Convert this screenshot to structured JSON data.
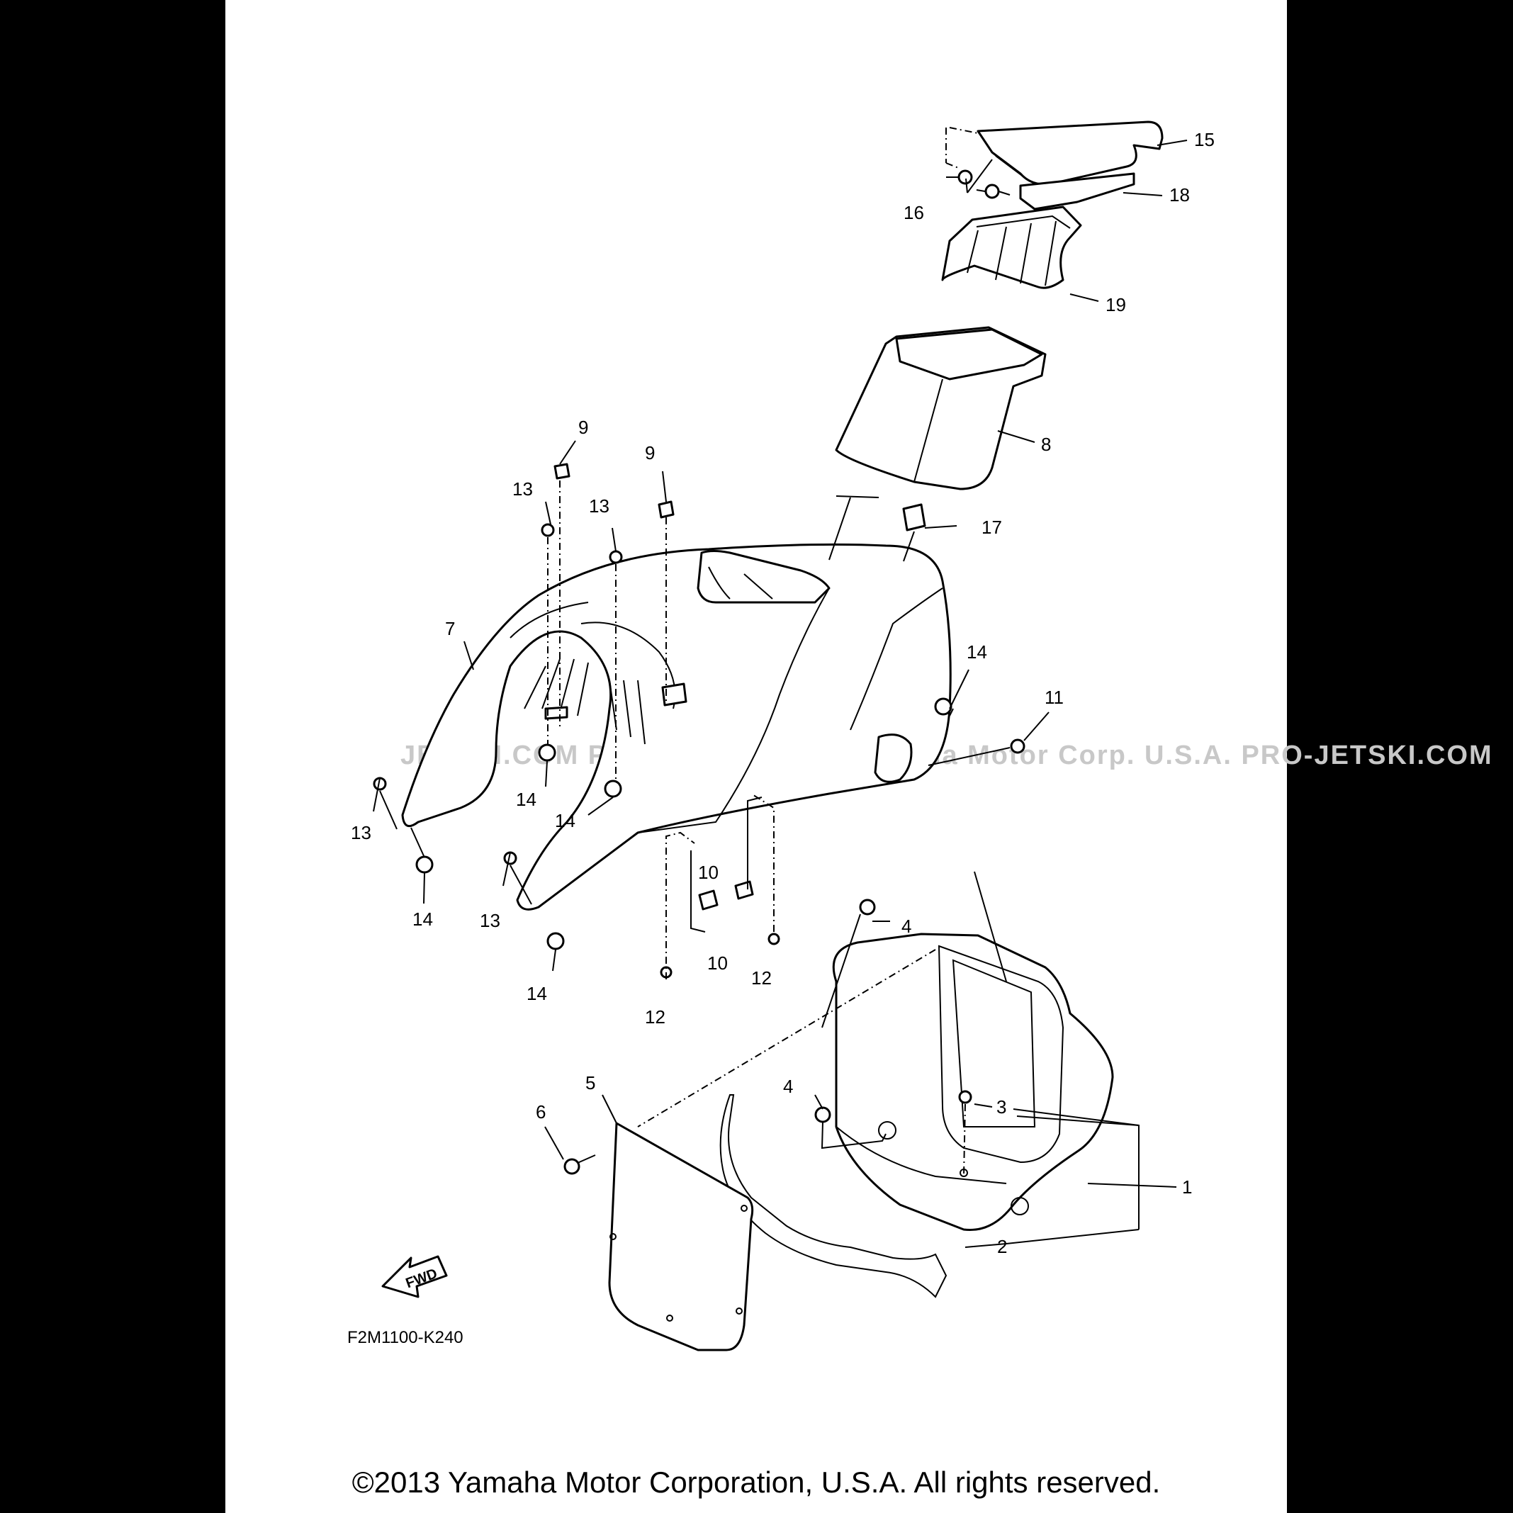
{
  "diagram": {
    "callouts": [
      {
        "num": "1"
      },
      {
        "num": "2"
      },
      {
        "num": "3"
      },
      {
        "num": "4"
      },
      {
        "num": "4"
      },
      {
        "num": "5"
      },
      {
        "num": "6"
      },
      {
        "num": "7"
      },
      {
        "num": "8"
      },
      {
        "num": "9"
      },
      {
        "num": "9"
      },
      {
        "num": "10"
      },
      {
        "num": "10"
      },
      {
        "num": "11"
      },
      {
        "num": "12"
      },
      {
        "num": "12"
      },
      {
        "num": "13"
      },
      {
        "num": "13"
      },
      {
        "num": "13"
      },
      {
        "num": "13"
      },
      {
        "num": "14"
      },
      {
        "num": "14"
      },
      {
        "num": "14"
      },
      {
        "num": "14"
      },
      {
        "num": "14"
      },
      {
        "num": "15"
      },
      {
        "num": "16"
      },
      {
        "num": "17"
      },
      {
        "num": "18"
      },
      {
        "num": "19"
      }
    ],
    "fwd_label": "FWD",
    "figure_code": "F2M1100-K240",
    "watermark": "JETSKI.COM   PRO-JETSKI.COM   Yamaha Motor Corp. U.S.A.   PRO-JETSKI.COM"
  },
  "footer": {
    "copyright": "©2013 Yamaha Motor Corporation, U.S.A. All rights reserved."
  }
}
